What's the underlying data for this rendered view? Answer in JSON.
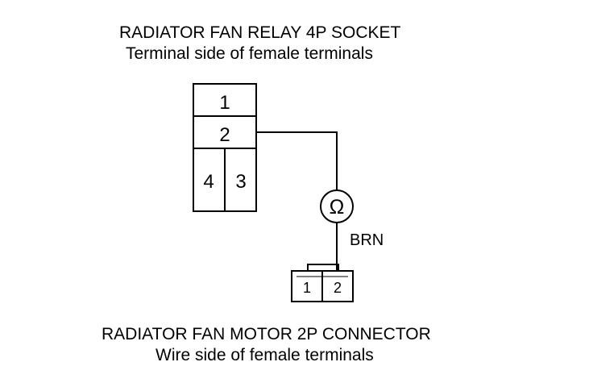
{
  "socket": {
    "title": "RADIATOR FAN RELAY 4P SOCKET",
    "subtitle": "Terminal side of female terminals",
    "terminals": [
      "1",
      "2",
      "4",
      "3"
    ]
  },
  "connector": {
    "title": "RADIATOR FAN MOTOR 2P CONNECTOR",
    "subtitle": "Wire side of female terminals",
    "terminals": [
      "1",
      "2"
    ]
  },
  "meter": {
    "symbol": "Ω"
  },
  "wire": {
    "color_label": "BRN"
  }
}
